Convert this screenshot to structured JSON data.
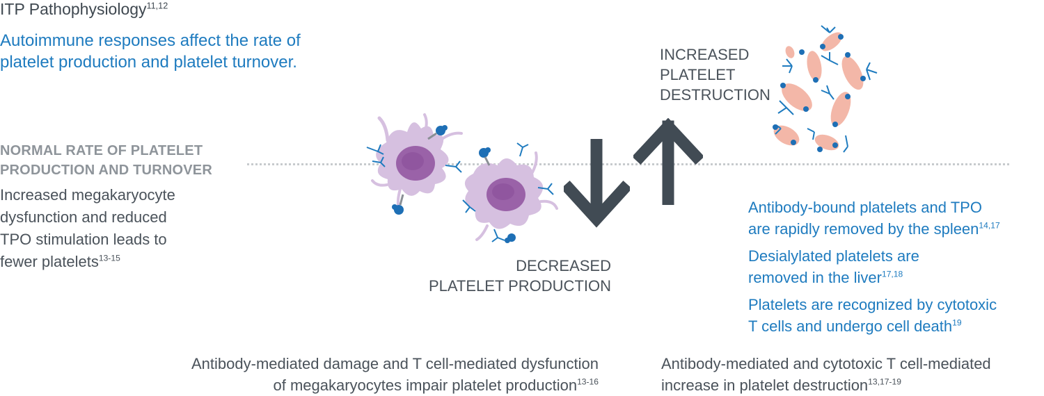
{
  "header": {
    "title": "ITP Pathophysiology",
    "title_sup": "11,12",
    "subtitle_line1": "Autoimmune responses affect the rate of",
    "subtitle_line2": "platelet production and platelet turnover."
  },
  "baseline": {
    "label_line1": "NORMAL RATE OF PLATELET",
    "label_line2": "PRODUCTION AND TURNOVER",
    "desc_line1": "Increased megakaryocyte",
    "desc_line2": "dysfunction and reduced",
    "desc_line3": "TPO stimulation leads to",
    "desc_line4": "fewer platelets",
    "desc_sup": "13-15"
  },
  "decreased": {
    "line1": "DECREASED",
    "line2": "PLATELET PRODUCTION"
  },
  "increased": {
    "line1": "INCREASED",
    "line2": "PLATELET",
    "line3": "DESTRUCTION"
  },
  "notes": [
    {
      "line1": "Antibody-bound platelets and TPO",
      "line2": "are rapidly removed by the spleen",
      "sup": "14,17"
    },
    {
      "line1": "Desialylated platelets are",
      "line2": "removed in the liver",
      "sup": "17,18"
    },
    {
      "line1": "Platelets are recognized by cytotoxic",
      "line2": "T cells and undergo cell death",
      "sup": "19"
    }
  ],
  "footer": {
    "left_line1": "Antibody-mediated damage and T cell-mediated dysfunction",
    "left_line2": "of megakaryocytes impair platelet production",
    "left_sup": "13-16",
    "right_line1": "Antibody-mediated and cytotoxic T cell-mediated",
    "right_line2": "increase in platelet destruction",
    "right_sup": "13,17-19"
  },
  "colors": {
    "accent_blue": "#1e7bbf",
    "arrow_dark": "#414b54",
    "baseline_grey": "#c7cacd",
    "megakaryocyte": "#d6c0e0",
    "nucleus": "#9a62a8",
    "platelet": "#f3b7a8"
  }
}
